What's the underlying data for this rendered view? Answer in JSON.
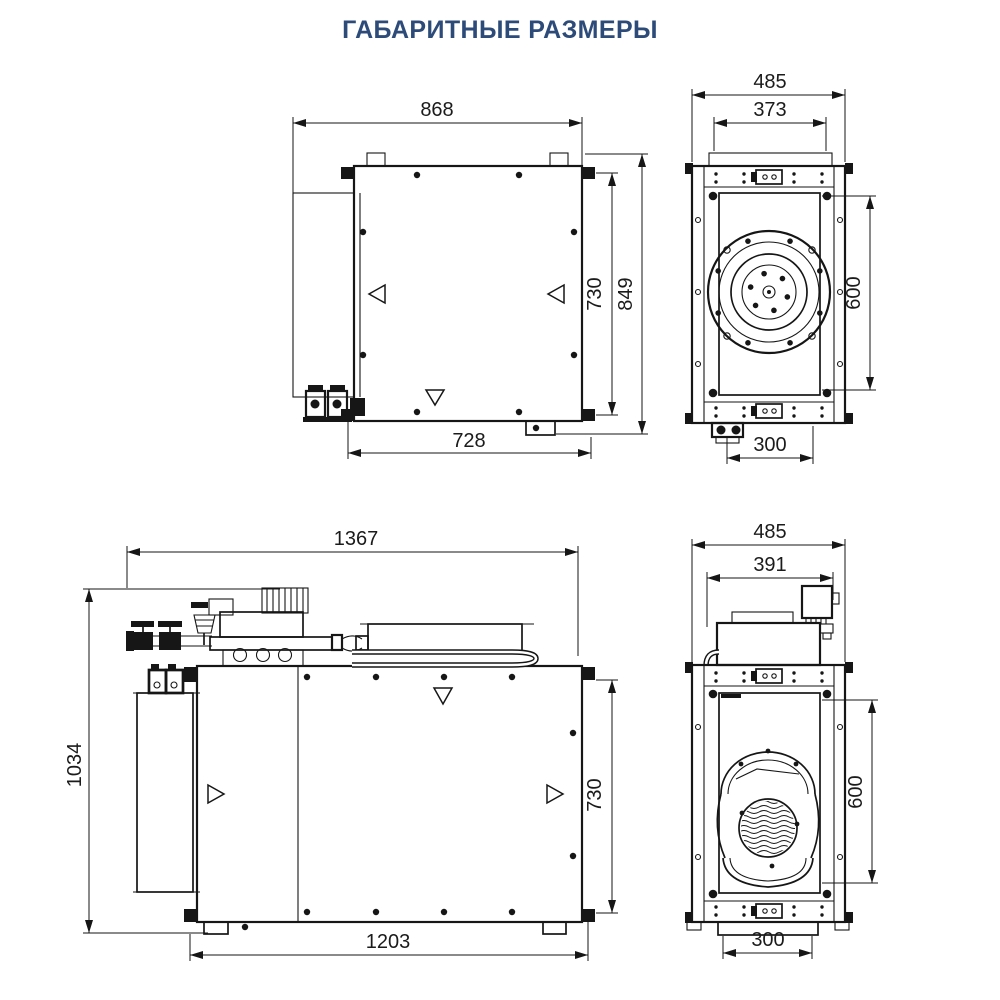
{
  "title": "ГАБАРИТНЫЕ РАЗМЕРЫ",
  "colors": {
    "title_accent": "#2d4b78",
    "line": "#161616",
    "background": "#ffffff"
  },
  "dims": {
    "top_view": {
      "width_total": "868",
      "width_bottom": "728",
      "depth_panel": "730",
      "depth_total": "849"
    },
    "side_top": {
      "width_total": "485",
      "width_opening": "373",
      "height_panel": "600",
      "width_duct": "300"
    },
    "front_view": {
      "width_total": "1367",
      "height_total": "1034",
      "height_panel": "730",
      "width_base": "1203"
    },
    "side_bottom": {
      "width_total": "485",
      "width_assembly": "391",
      "height_panel": "600",
      "width_duct": "300"
    }
  }
}
